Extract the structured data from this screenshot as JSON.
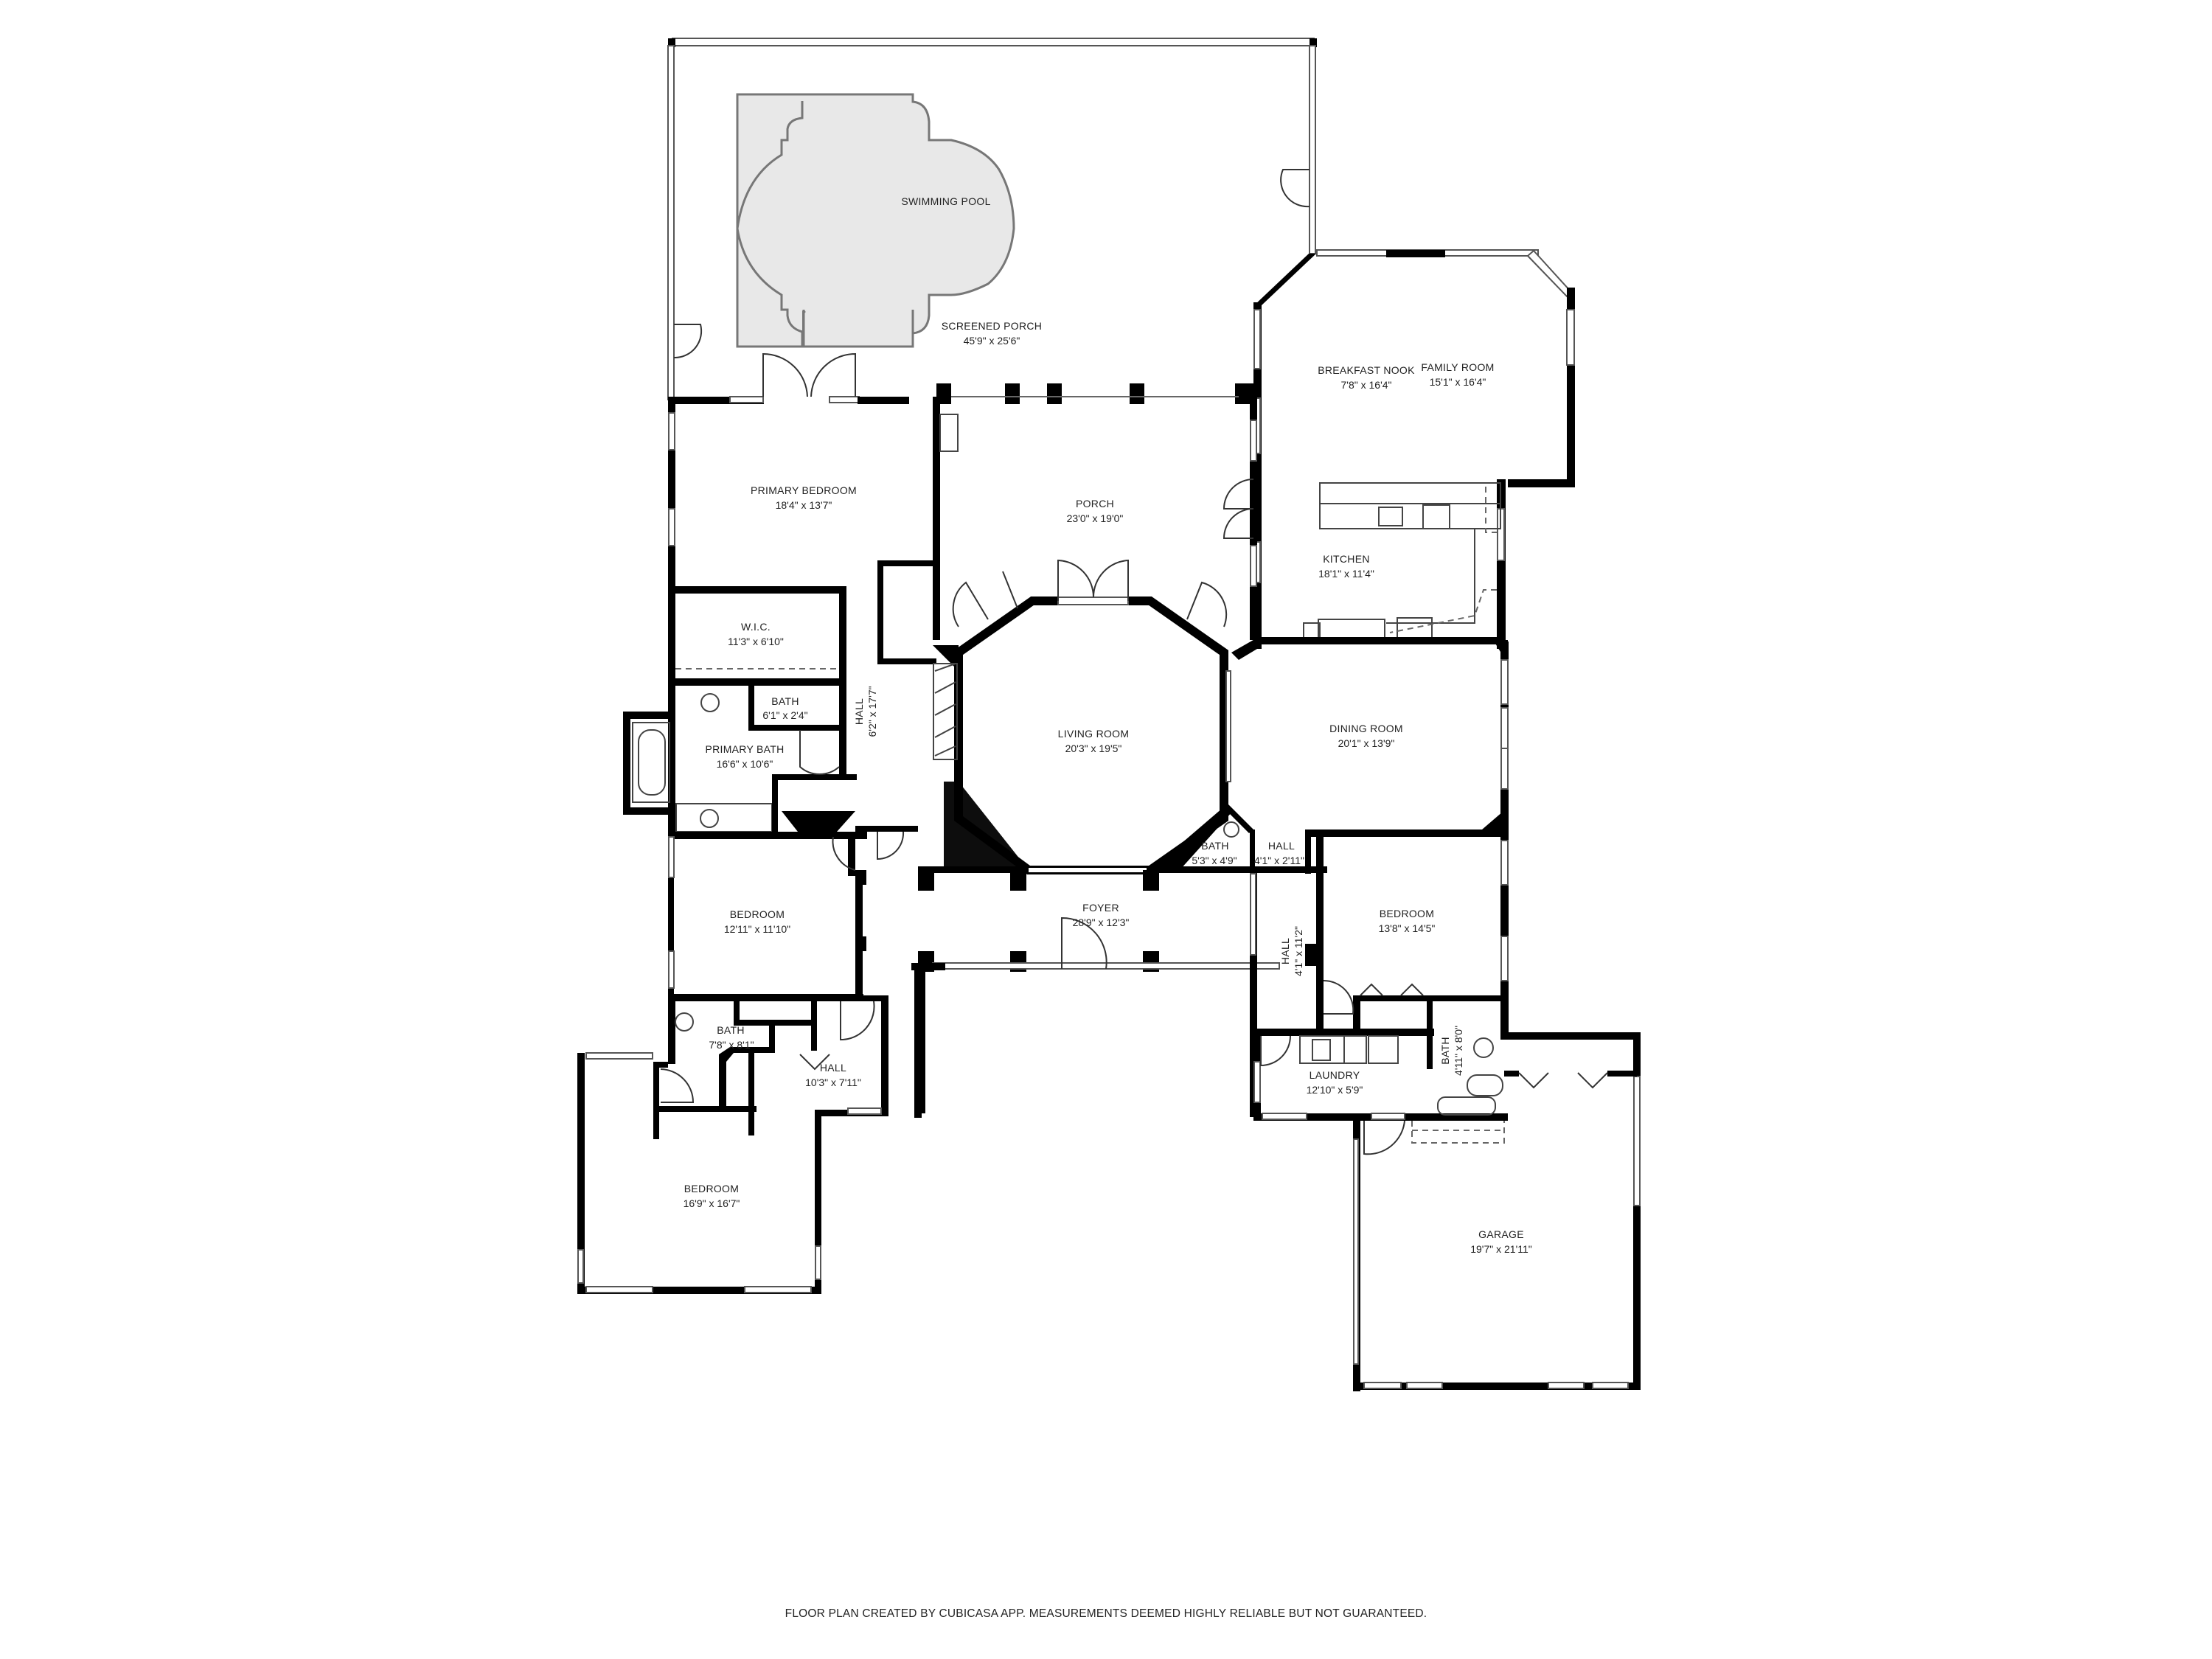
{
  "plan": {
    "rooms": [
      {
        "id": "screened-porch",
        "name": "SCREENED PORCH",
        "dims": "45'9\" x 25'6\""
      },
      {
        "id": "swimming-pool",
        "name": "SWIMMING POOL",
        "dims": ""
      },
      {
        "id": "breakfast-nook",
        "name": "BREAKFAST NOOK",
        "dims": "7'8\" x 16'4\""
      },
      {
        "id": "family-room",
        "name": "FAMILY ROOM",
        "dims": "15'1\" x 16'4\""
      },
      {
        "id": "kitchen",
        "name": "KITCHEN",
        "dims": "18'1\" x 11'4\""
      },
      {
        "id": "primary-bedroom",
        "name": "PRIMARY BEDROOM",
        "dims": "18'4\" x 13'7\""
      },
      {
        "id": "porch",
        "name": "PORCH",
        "dims": "23'0\" x 19'0\""
      },
      {
        "id": "wic",
        "name": "W.I.C.",
        "dims": "11'3\" x 6'10\""
      },
      {
        "id": "bath-primary-wc",
        "name": "BATH",
        "dims": "6'1\" x 2'4\""
      },
      {
        "id": "hall-west",
        "name": "HALL",
        "dims": "6'2\" x 17'7\""
      },
      {
        "id": "primary-bath",
        "name": "PRIMARY BATH",
        "dims": "16'6\" x 10'6\""
      },
      {
        "id": "living-room",
        "name": "LIVING ROOM",
        "dims": "20'3\" x 19'5\""
      },
      {
        "id": "dining-room",
        "name": "DINING ROOM",
        "dims": "20'1\" x 13'9\""
      },
      {
        "id": "bath-powder",
        "name": "BATH",
        "dims": "5'3\" x 4'9\""
      },
      {
        "id": "hall-small",
        "name": "HALL",
        "dims": "4'1\" x 2'11\""
      },
      {
        "id": "foyer",
        "name": "FOYER",
        "dims": "28'9\" x 12'3\""
      },
      {
        "id": "bedroom-west",
        "name": "BEDROOM",
        "dims": "12'11\" x 11'10\""
      },
      {
        "id": "hall-east",
        "name": "HALL",
        "dims": "4'1\" x 11'2\""
      },
      {
        "id": "bedroom-east",
        "name": "BEDROOM",
        "dims": "13'8\" x 14'5\""
      },
      {
        "id": "bath-west",
        "name": "BATH",
        "dims": "7'8\" x 8'1\""
      },
      {
        "id": "hall-southwest",
        "name": "HALL",
        "dims": "10'3\" x 7'11\""
      },
      {
        "id": "laundry",
        "name": "LAUNDRY",
        "dims": "12'10\" x 5'9\""
      },
      {
        "id": "bath-east",
        "name": "BATH",
        "dims": "4'11\" x 8'0\""
      },
      {
        "id": "bedroom-southwest",
        "name": "BEDROOM",
        "dims": "16'9\" x 16'7\""
      },
      {
        "id": "garage",
        "name": "GARAGE",
        "dims": "19'7\" x 21'11\""
      }
    ]
  },
  "footer": {
    "disclaimer": "FLOOR PLAN CREATED BY CUBICASA APP. MEASUREMENTS DEEMED HIGHLY RELIABLE BUT NOT GUARANTEED."
  }
}
